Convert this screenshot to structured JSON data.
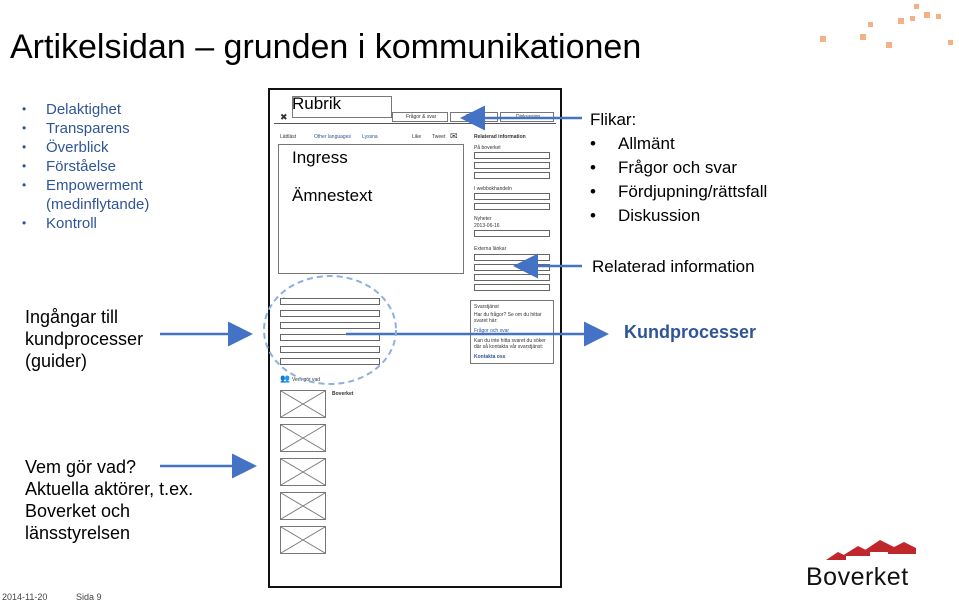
{
  "title": "Artikelsidan – grunden i kommunikationen",
  "bullets": [
    "Delaktighet",
    "Transparens",
    "Överblick",
    "Förståelse",
    "Empowerment (medinflytande)",
    "Kontroll"
  ],
  "notes": {
    "ingangar": "Ingångar till kundprocesser (guider)",
    "vem": "Vem gör vad? Aktuella aktörer, t.ex. Boverket och länsstyrelsen"
  },
  "flikar": {
    "heading": "Flikar:",
    "items": [
      "Allmänt",
      "Frågor och svar",
      "Fördjupning/rättsfall",
      "Diskussion"
    ]
  },
  "relaterad_label": "Relaterad information",
  "kundprocesser_label": "Kundprocesser",
  "wireframe": {
    "rubrik": "Rubrik",
    "ingress": "Ingress",
    "amnestext": "Ämnestext",
    "lattlast": "Lättläst",
    "other_languages": "Other languages",
    "lyssna": "Lyssna",
    "tab_fragor": "Frågor & svar",
    "tab_rattsfall": "Rättsfall",
    "tab_diskussion": "Diskussion",
    "gilla": "Like",
    "tweet": "Tweet",
    "relaterad_info": "Relaterad information",
    "pa_boverket": "På boverket",
    "i_webbokhandeln": "I webbokhandeln",
    "nyheter": "Nyheter",
    "nyheter_datum": "2013-06-16",
    "externa_lankar": "Externa länkar",
    "svarstjanst": "Svarstjänst",
    "har_du_fragor": "Har du frågor? Se om du hittar svaret här:",
    "fragor_och_svar": "Frågor och svar",
    "kan_du_inte": "Kan du inte hitta svaret du söker där så kontakta vår svarstjänst:",
    "kontakta_oss": "Kontakta oss",
    "vem_gor_vad": "Vem gör vad",
    "boverket": "Boverket"
  },
  "footer": {
    "date": "2014-11-20",
    "page": "Sida 9"
  },
  "logo": {
    "text": "Boverket",
    "color": "#c0272d"
  },
  "colors": {
    "accent_blue": "#2f5597",
    "arrow_blue": "#4472c4",
    "logo_red": "#c0272d"
  }
}
